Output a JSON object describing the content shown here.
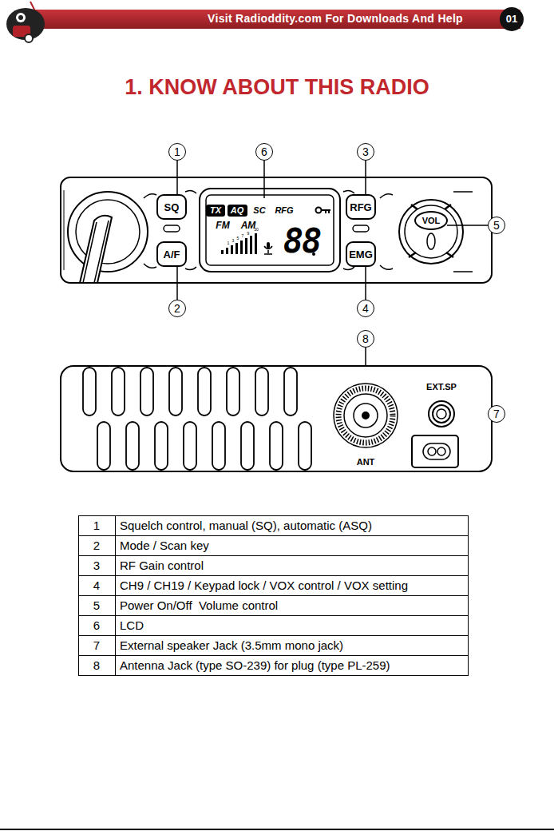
{
  "diagram": {
    "title": "1. KNOW ABOUT THIS RADIO",
    "nodes": [
      {
        "text": [
          "1"
        ]
      },
      {
        "text": [
          "6"
        ]
      },
      {
        "text": [
          "3"
        ]
      },
      {
        "text": [
          "SQ"
        ]
      },
      {
        "text": [
          "TX"
        ]
      },
      {
        "text": [
          "AQ"
        ]
      },
      {
        "text": [
          "RFG"
        ]
      },
      {
        "text": [
          "VOL"
        ]
      },
      {
        "text": [
          "5"
        ]
      },
      {
        "text": [
          "A/F"
        ]
      },
      {
        "text": [
          "EMG"
        ]
      },
      {
        "text": [
          "2"
        ]
      },
      {
        "text": [
          "4"
        ]
      },
      {
        "text": [
          "8"
        ]
      },
      {
        "text": [
          "7"
        ]
      }
    ],
    "labels": [
      "Visit Radioddity.com For Downloads And Help",
      "01",
      "SC",
      "RFG",
      "FM",
      "AM",
      "1",
      "3",
      "5",
      "7",
      "9",
      "30",
      "88",
      "EXT.SP",
      "ANT",
      "1",
      "Squelch control, manual (SQ), automatic (ASQ)",
      "2",
      "Mode / Scan key",
      "3",
      "RF Gain control",
      "4",
      "CH9 / CH19 / Keypad lock / VOX control / VOX setting",
      "5",
      "Power On/Off  Volume control",
      "6",
      "LCD",
      "7",
      "External speaker Jack (3.5mm mono jack)",
      "8",
      "Antenna Jack (type SO-239) for plug (type PL-259)"
    ]
  }
}
